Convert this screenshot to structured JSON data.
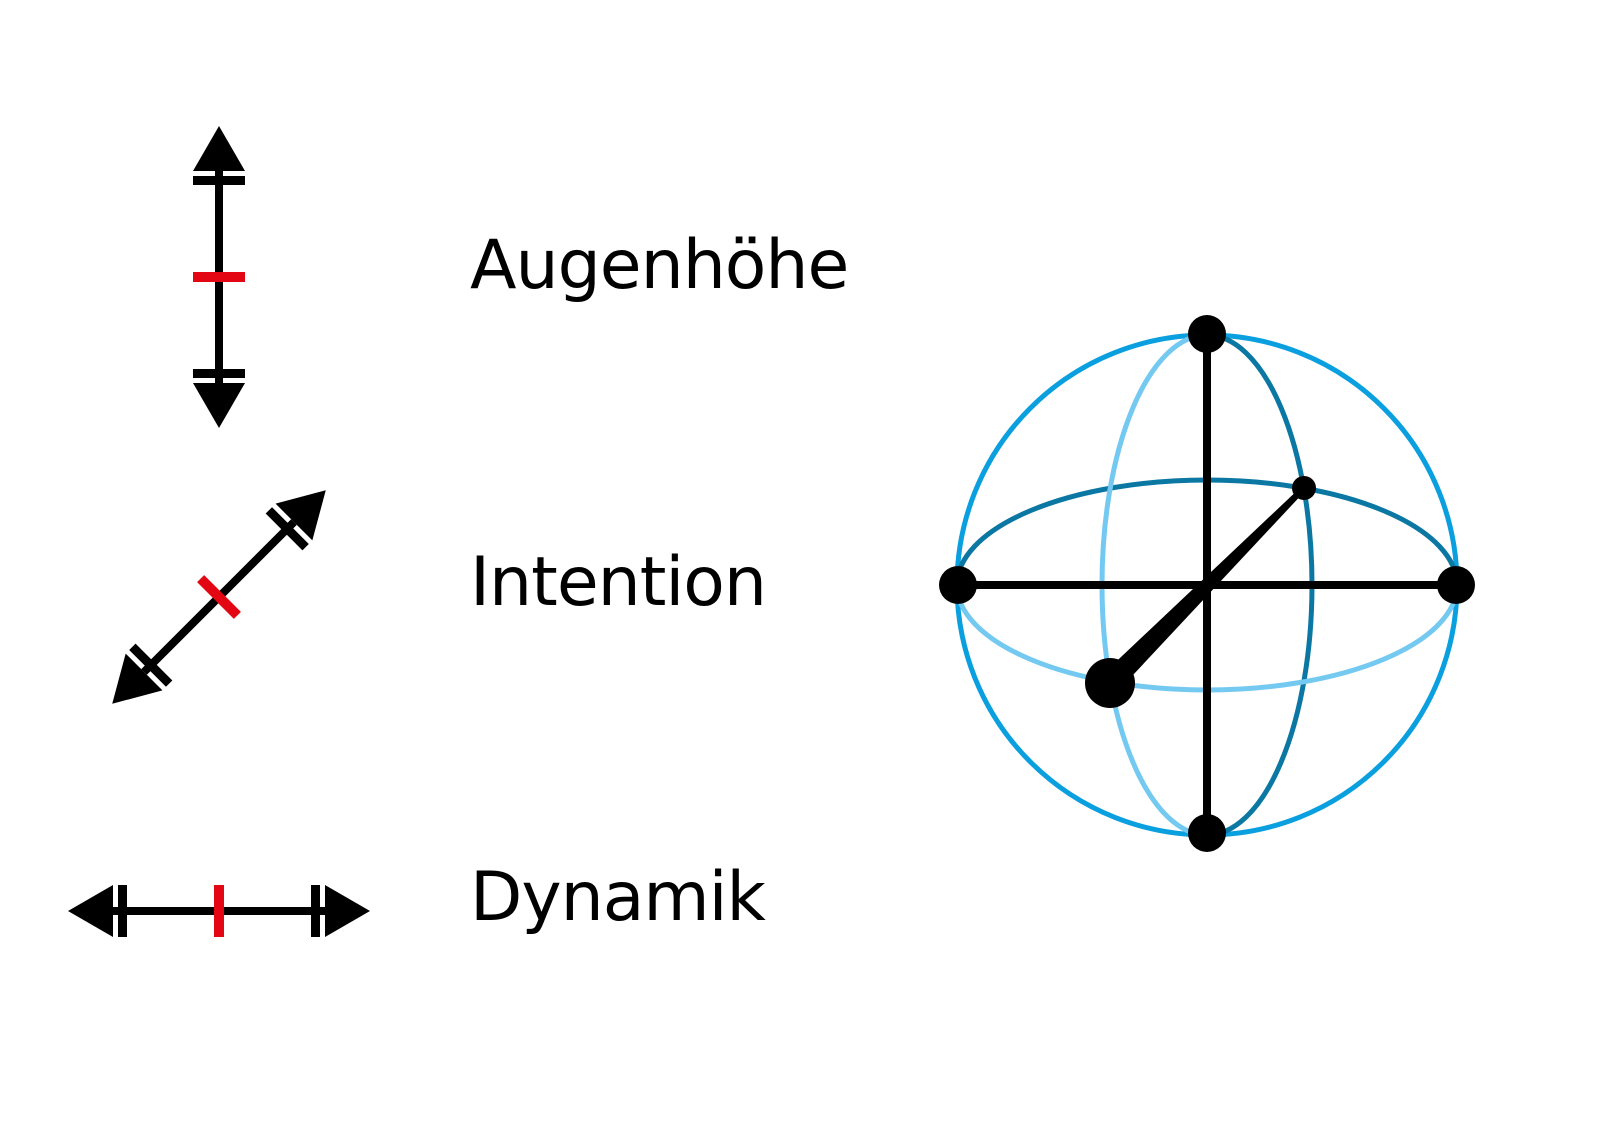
{
  "labels": {
    "eye_level": "Augenhöhe",
    "intention": "Intention",
    "dynamics": "Dynamik"
  },
  "colors": {
    "axis": "#000000",
    "center_mark": "#e30613",
    "sphere_outline": "#0a9fde",
    "sphere_back": "#0b77a3",
    "sphere_front": "#74c9f1"
  },
  "icons": [
    "vertical-double-arrow-icon",
    "diagonal-double-arrow-icon",
    "horizontal-double-arrow-icon",
    "sphere-axes-icon"
  ]
}
